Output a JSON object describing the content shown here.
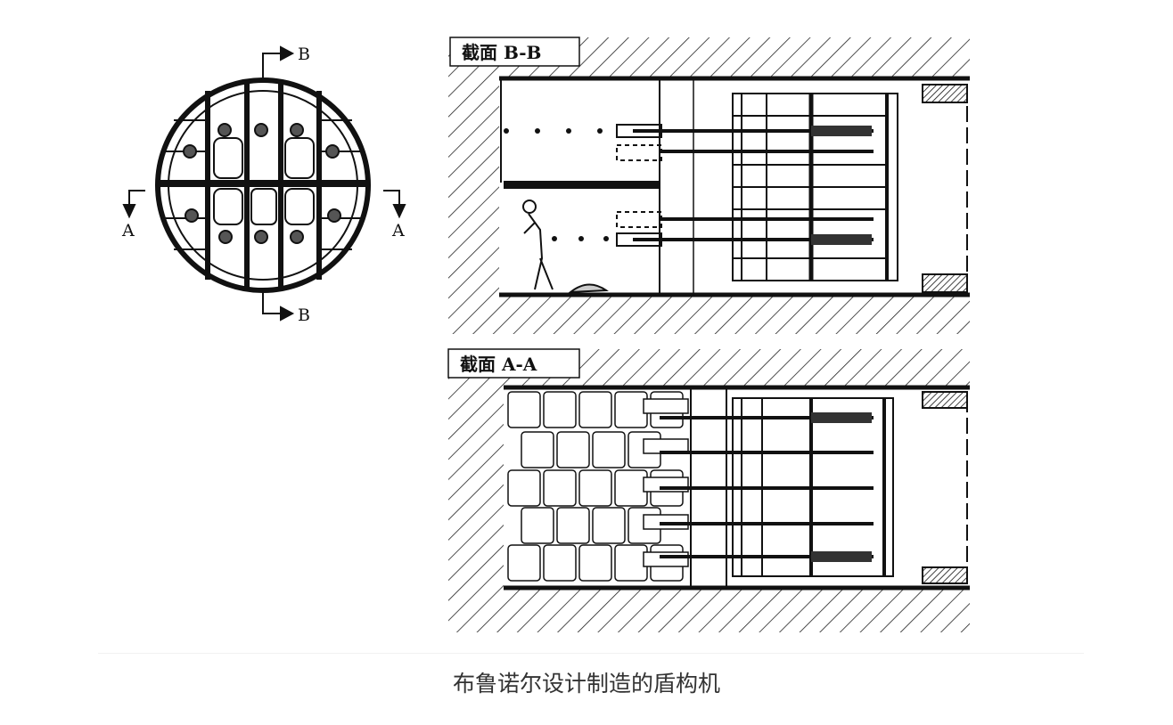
{
  "figure": {
    "front_view": {
      "section_marks": [
        "B",
        "B",
        "A",
        "A"
      ]
    },
    "section_bb": {
      "label": "截面 B-B"
    },
    "section_aa": {
      "label": "截面 A-A"
    }
  },
  "caption": "布鲁诺尔设计制造的盾构机"
}
